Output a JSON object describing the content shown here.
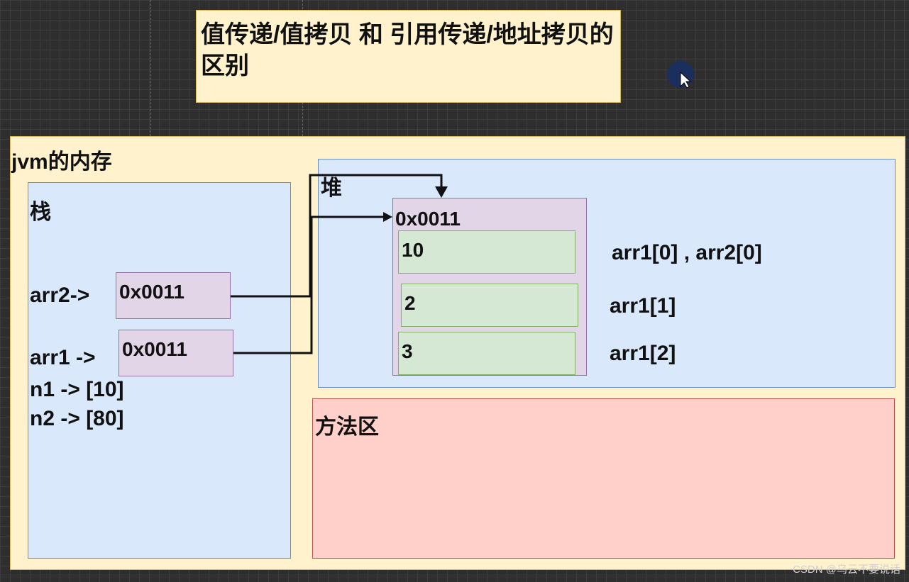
{
  "title": "值传递/值拷贝 和 引用传递/地址拷贝的 区别",
  "jvm_label": "jvm的内存",
  "stack": {
    "label": "栈",
    "arr2_label": "arr2->",
    "arr2_value": "0x0011",
    "arr1_label": "arr1 ->",
    "arr1_value": "0x0011",
    "n1": "n1 -> [10]",
    "n2": "n2 -> [80]"
  },
  "heap": {
    "label": "堆",
    "address": "0x0011",
    "cells": [
      {
        "value": "10",
        "ref": "arr1[0] , arr2[0]"
      },
      {
        "value": "2",
        "ref": "arr1[1]"
      },
      {
        "value": "3",
        "ref": "arr1[2]"
      }
    ]
  },
  "method_area": {
    "label": "方法区"
  },
  "watermark": "CSDN @乌云不要说话",
  "colors": {
    "note_fill": "#fff2cc",
    "stack_heap_fill": "#dae8fc",
    "method_fill": "#ffcfc9",
    "pointer_fill": "#e1d5e7",
    "cell_fill": "#d5e8d4"
  }
}
